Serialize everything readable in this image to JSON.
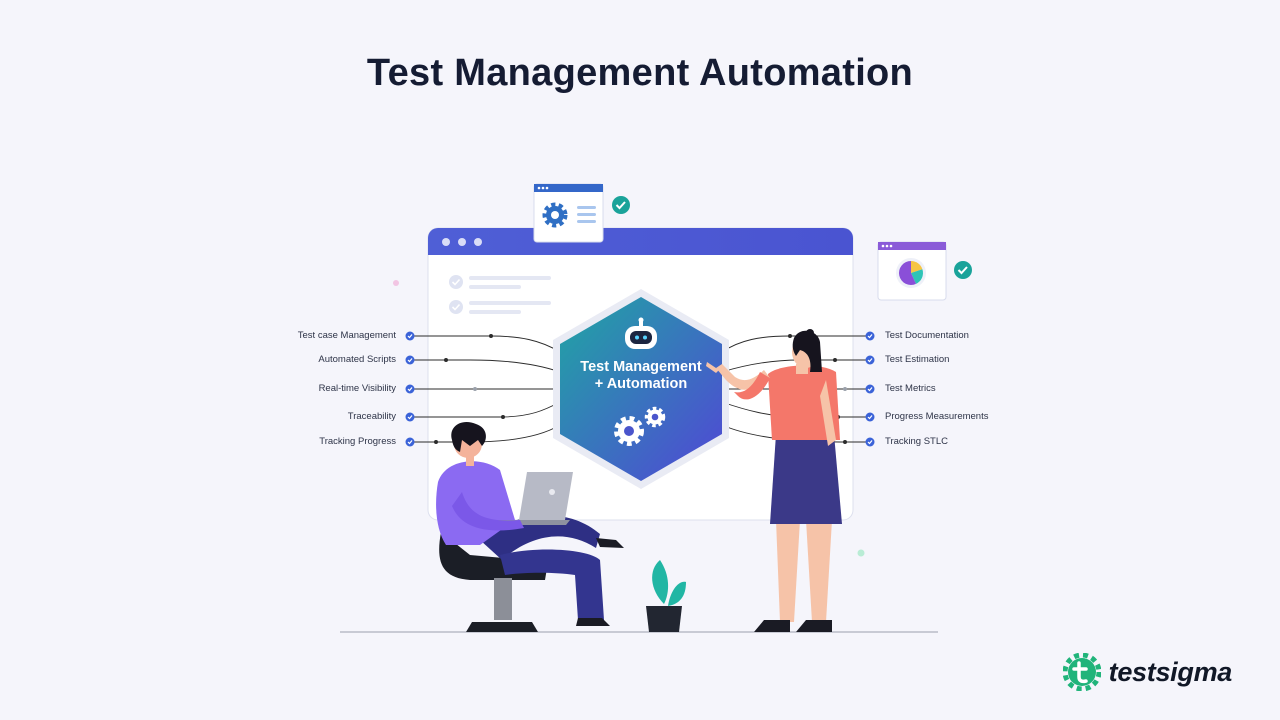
{
  "page": {
    "title": "Test Management Automation"
  },
  "hexagon": {
    "line1": "Test Management",
    "line2": "+ Automation"
  },
  "left_features": [
    "Test case Management",
    "Automated Scripts",
    "Real-time Visibility",
    "Traceability",
    "Tracking Progress"
  ],
  "right_features": [
    "Test Documentation",
    "Test Estimation",
    "Test Metrics",
    "Progress Measurements",
    "Tracking STLC"
  ],
  "brand": {
    "name": "testsigma"
  },
  "colors": {
    "title": "#151c33",
    "window_bar": "#4f5fd6",
    "hex_start": "#1fa6a3",
    "hex_end": "#5146d6",
    "check_teal": "#1aa39a",
    "check_blue": "#3b63d8",
    "brand_green": "#20b47a"
  }
}
